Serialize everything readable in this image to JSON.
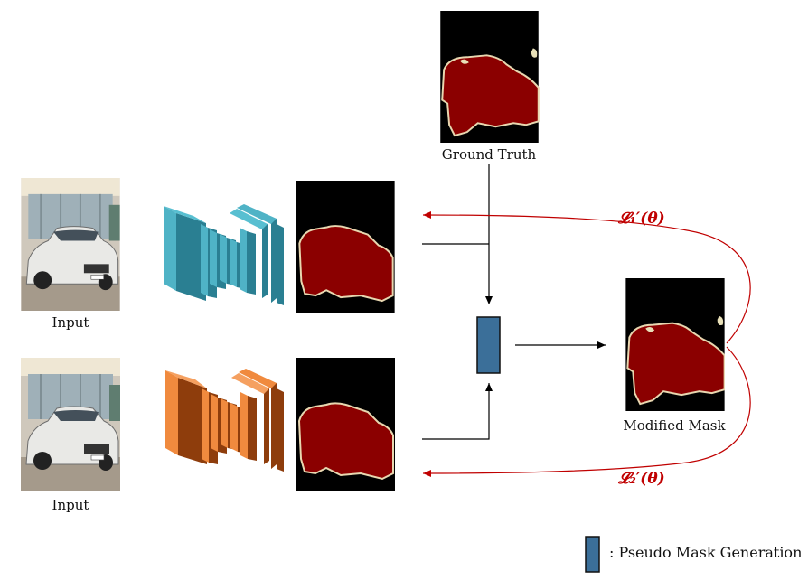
{
  "labels": {
    "ground_truth": "Ground Truth",
    "input_top": "Input",
    "input_bottom": "Input",
    "modified_mask": "Modified Mask",
    "loss_1": "𝓛₁′(𝜽)",
    "loss_2": "𝓛₂′(𝜽)",
    "legend": ": Pseudo Mask Generation"
  },
  "colors": {
    "network_top": "#2f8fa3",
    "network_bottom": "#e8691e",
    "pseudo_mask_block": "#3b6f99",
    "mask_object": "#8b0000",
    "mask_outline": "#e8d7b0",
    "loss_arrow": "#c00000"
  },
  "icons": {
    "photo": "car-photo",
    "network": "cnn-layers-icon",
    "mask": "segmentation-mask"
  }
}
